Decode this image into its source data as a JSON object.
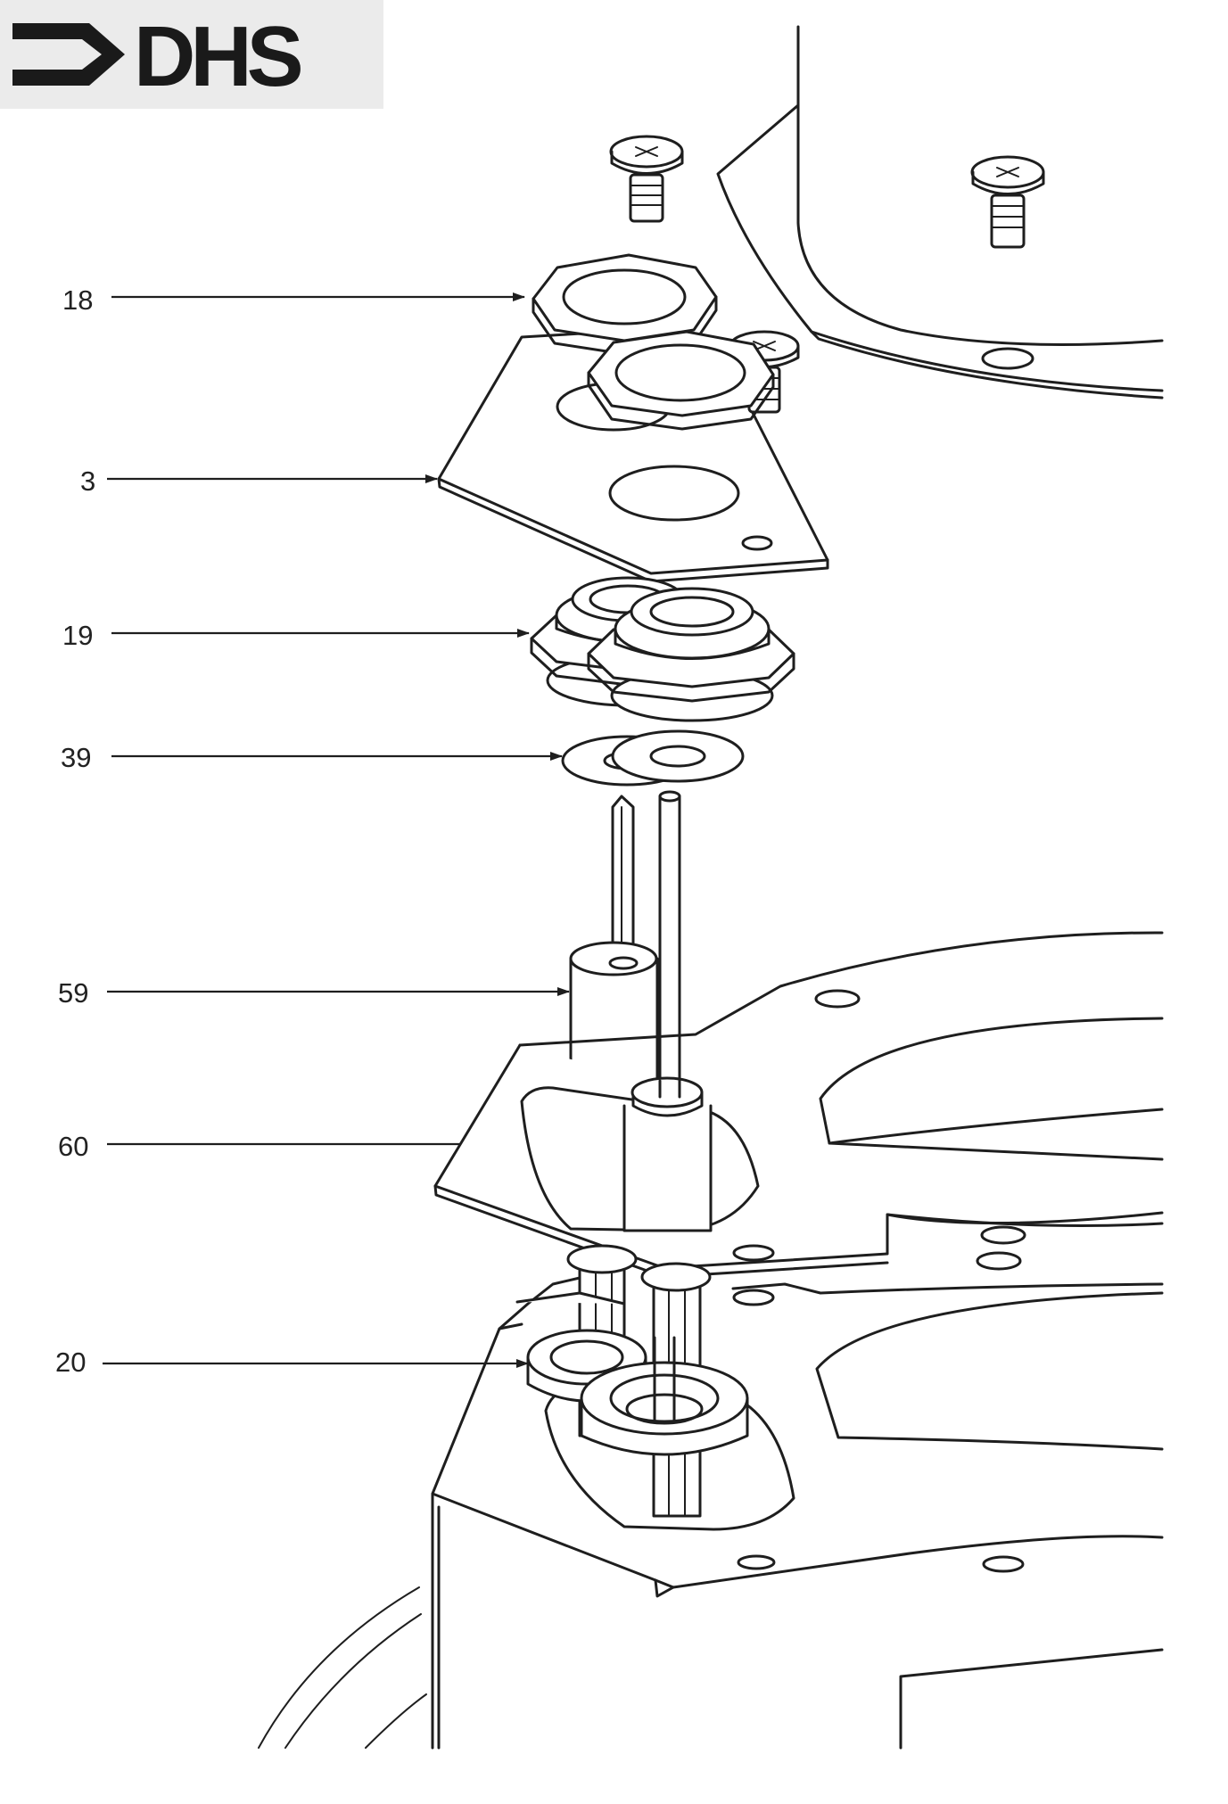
{
  "logo": {
    "text": "DHS"
  },
  "callouts": [
    {
      "id": "18",
      "label": "18"
    },
    {
      "id": "3",
      "label": "3"
    },
    {
      "id": "19",
      "label": "19"
    },
    {
      "id": "39",
      "label": "39"
    },
    {
      "id": "59",
      "label": "59"
    },
    {
      "id": "60",
      "label": "60"
    },
    {
      "id": "20",
      "label": "20"
    }
  ]
}
